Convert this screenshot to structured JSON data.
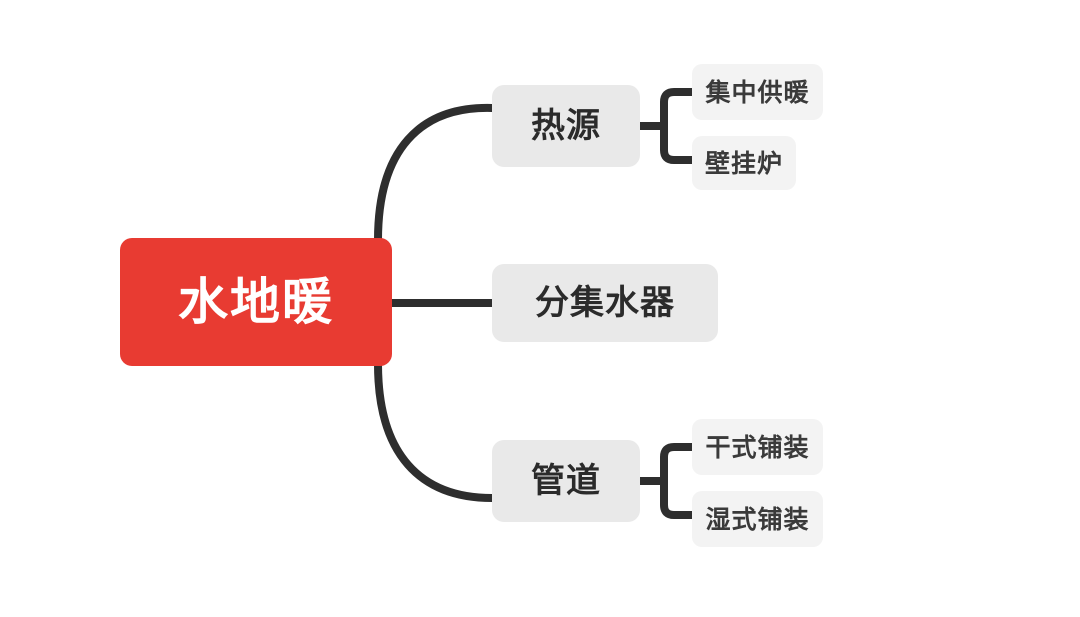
{
  "diagram": {
    "type": "mind-map",
    "orientation": "left-to-right",
    "background_color": "#FFFFFF",
    "root": {
      "label": "水地暖",
      "fill_color": "#E83B32",
      "text_color": "#FFFFFF"
    },
    "branch_fill_color": "#E9E9E9",
    "leaf_fill_color": "#F3F3F3",
    "node_text_color": "#2B2B2B",
    "connector_color": "#2E2E2E",
    "branches": [
      {
        "label": "热源",
        "children": [
          {
            "label": "集中供暖"
          },
          {
            "label": "壁挂炉"
          }
        ]
      },
      {
        "label": "分集水器",
        "children": []
      },
      {
        "label": "管道",
        "children": [
          {
            "label": "干式铺装"
          },
          {
            "label": "湿式铺装"
          }
        ]
      }
    ]
  }
}
